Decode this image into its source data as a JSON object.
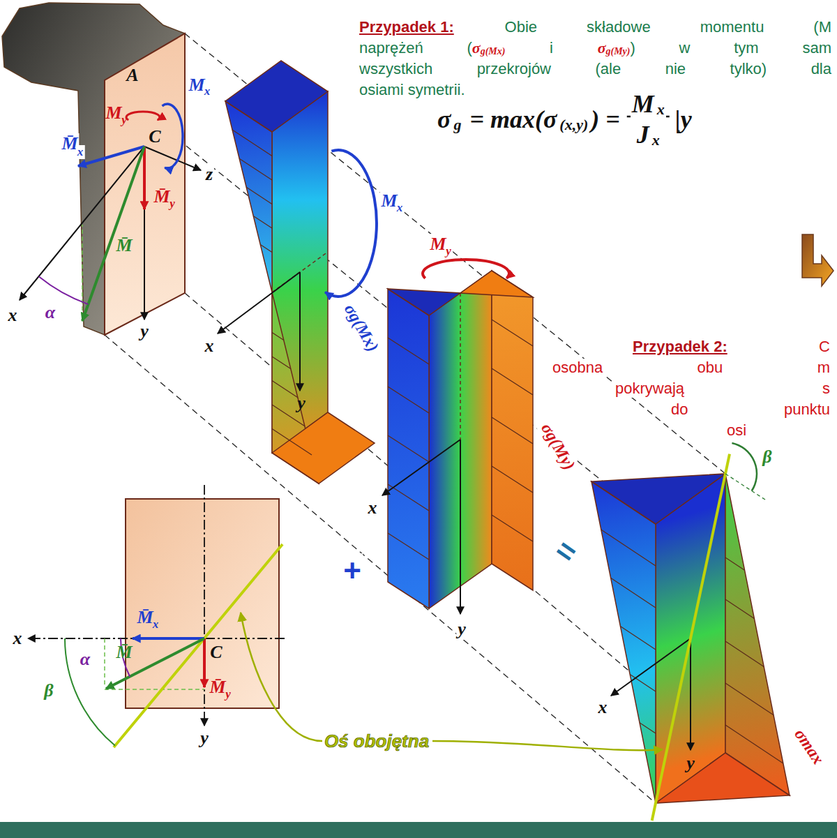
{
  "diagram": {
    "labels": [
      "Przypadek 1:",
      "Obie składowe momentu (M",
      "naprężeń (",
      "σ",
      "g(Mx)",
      "i",
      "σ",
      "g(My)",
      ") w tym sam",
      "wszystkich przekrojów (ale nie tylko) dla",
      "osiami symetrii.",
      "σ",
      "g",
      "= max(σ",
      "(x,y)",
      ") =",
      "M",
      "x",
      "J",
      "x",
      "|y",
      "Przypadek 2:",
      "C",
      "osobna obu m",
      "pokrywają s",
      "do punktu",
      "osi",
      "A",
      "M",
      "y",
      "M",
      "x",
      "C",
      "M̄",
      "x",
      "M̄",
      "y",
      "z",
      "M̄",
      "x",
      "α",
      "y",
      "M",
      "x",
      "x",
      "y",
      "σg(Mx)",
      "+",
      "M",
      "y",
      "x",
      "y",
      "σg(My)",
      "=",
      "β",
      "x",
      "y",
      "σmax",
      "M̄",
      "x",
      "x",
      "C",
      "M̄",
      "α",
      "M̄",
      "y",
      "β",
      "y",
      "Oś obojętna"
    ]
  }
}
